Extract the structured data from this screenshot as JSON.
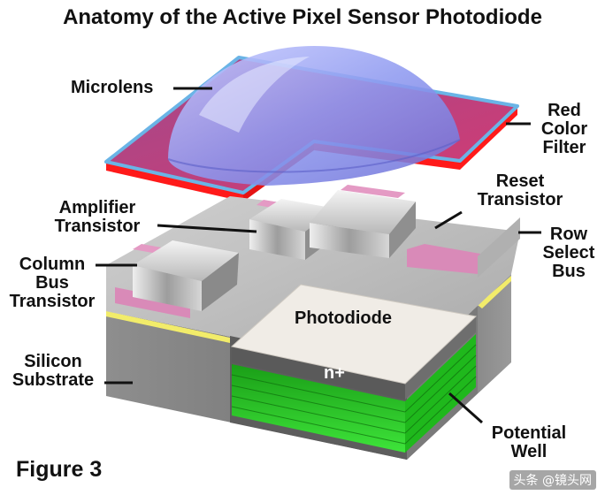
{
  "title": "Anatomy of the Active Pixel Sensor Photodiode",
  "figure_label": "Figure 3",
  "watermark": "头条 @镜头网",
  "labels": {
    "microlens": "Microlens",
    "red_color_filter": [
      "Red",
      "Color",
      "Filter"
    ],
    "amplifier_transistor": [
      "Amplifier",
      "Transistor"
    ],
    "reset_transistor": [
      "Reset",
      "Transistor"
    ],
    "row_select_bus": [
      "Row",
      "Select",
      "Bus"
    ],
    "column_bus_transistor": [
      "Column",
      "Bus",
      "Transistor"
    ],
    "photodiode": "Photodiode",
    "n_plus": "n+",
    "silicon_substrate": [
      "Silicon",
      "Substrate"
    ],
    "potential_well": [
      "Potential",
      "Well"
    ]
  },
  "colors": {
    "red_filter": "#d43a72",
    "filter_edge": "#ff1a1a",
    "filter_top_edge": "#6ab4e6",
    "microlens": "#8f9af0",
    "substrate": "#8a8a8a",
    "pink_layer": "#d98ab8",
    "potential_well": "#22c61e",
    "yellow_layer": "#f2ec6a"
  }
}
